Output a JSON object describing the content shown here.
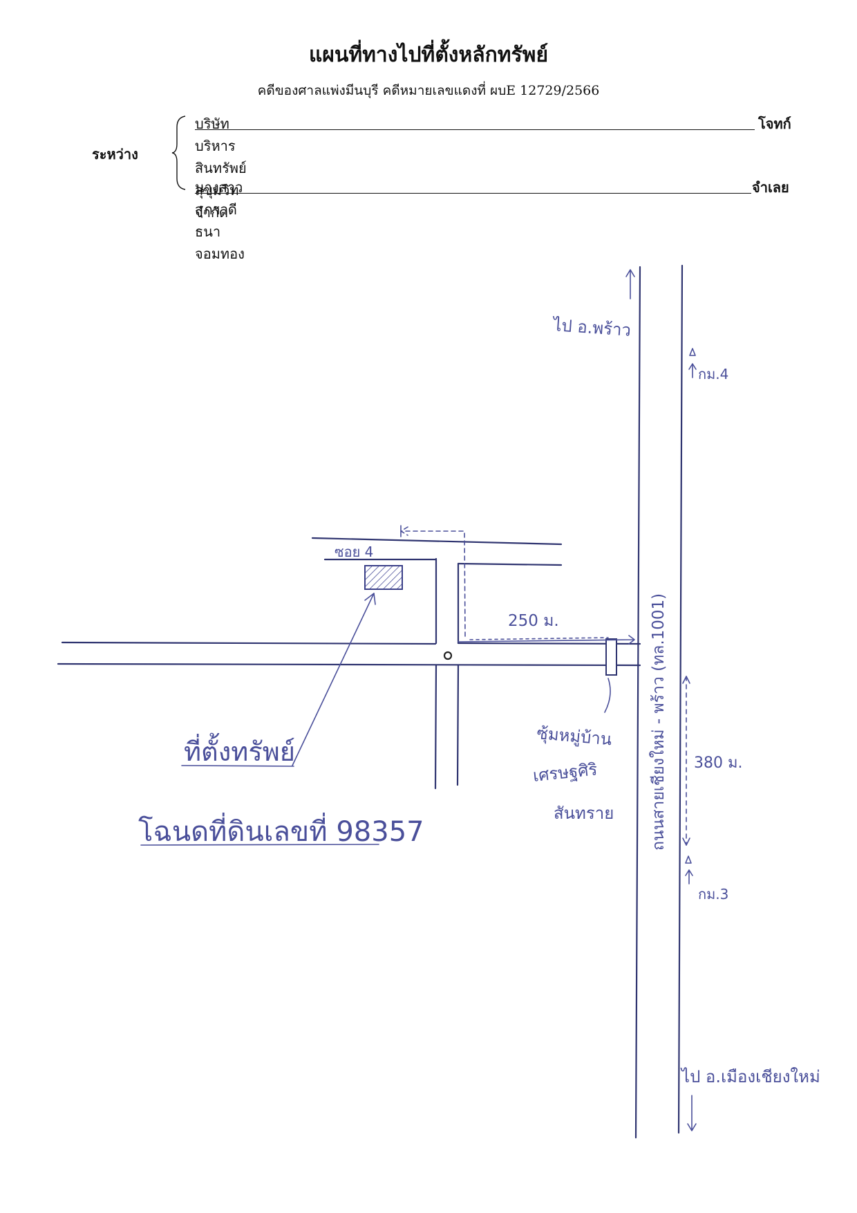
{
  "header": {
    "title": "แผนที่ทางไปที่ตั้งหลักทรัพย์",
    "subtitle": "คดีของศาลแพ่งมีนบุรี   คดีหมายเลขแดงที่ ผบE 12729/2566"
  },
  "parties": {
    "between_label": "ระหว่าง",
    "plaintiff_name": "บริษัท บริหารสินทรัพย์สุขุมวิท จำกัด",
    "plaintiff_role": "โจทก์",
    "defendant_name": "นางสาวสุภาวดี  ธนาจอมทอง",
    "defendant_role": "จำเลย"
  },
  "map": {
    "colors": {
      "ink": "#4a4f9a",
      "print": "#111111"
    },
    "labels": {
      "to_phrao": "ไป อ.พร้าว",
      "km4": "กม.4",
      "soi": "ซอย  4",
      "distance_250": "250 ม.",
      "highway": "ถนนสายเชียงใหม่ - พร้าว (ทล.1001)",
      "village_line1": "ซุ้มหมู่บ้าน",
      "village_line2": "เศรษฐศิริ",
      "village_line3": "สันทราย",
      "distance_380": "380 ม.",
      "km3": "กม.3",
      "property_location": "ที่ตั้งทรัพย์",
      "title_deed": "โฉนดที่ดินเลขที่ 98357",
      "to_chiangmai": "ไป อ.เมืองเชียงใหม่"
    }
  }
}
